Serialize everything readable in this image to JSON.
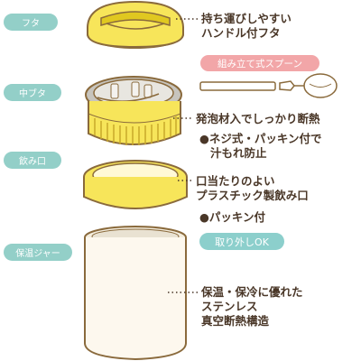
{
  "parts": [
    {
      "label": "フタ"
    },
    {
      "label": "中ブタ"
    },
    {
      "label": "飲み口"
    },
    {
      "label": "保温ジャー"
    }
  ],
  "callouts": {
    "lid": [
      "持ち運びしやすい",
      "ハンドル付フタ"
    ],
    "spoon_badge": "組み立て式スプーン",
    "inner_lid_1": [
      "発泡材入でしっかり断熱"
    ],
    "inner_lid_2": [
      "ネジ式・パッキン付で",
      "汁もれ防止"
    ],
    "mouth_1": [
      "口当たりのよい",
      "プラスチック製飲み口"
    ],
    "mouth_2": [
      "パッキン付"
    ],
    "removable_badge": "取り外しOK",
    "jar": [
      "保温・保冷に優れた",
      "ステンレス",
      "真空断熱構造"
    ]
  },
  "colors": {
    "yellow": "#f7e55a",
    "yellow_dark": "#e0c820",
    "outline": "#8a6a3c",
    "teal": "#93cfc8",
    "pink": "#f2a6a8",
    "jar_body": "#fdf8ee"
  }
}
